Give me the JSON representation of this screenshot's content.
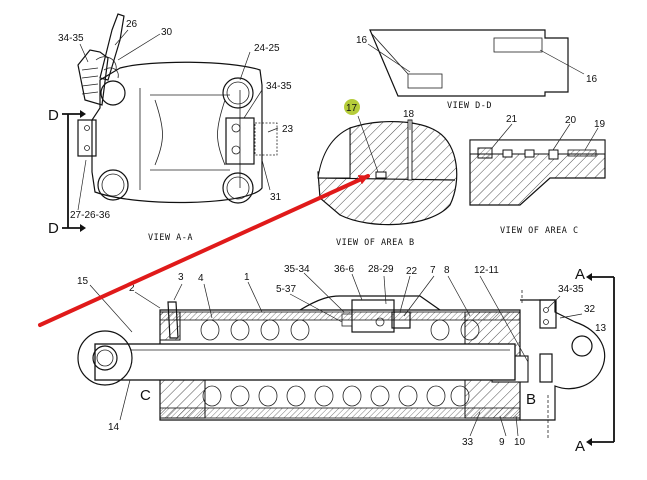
{
  "colors": {
    "callout_highlight": "#b5cc3a",
    "arrow": "#e01a1a",
    "ink": "#111111"
  },
  "views": {
    "aa": "VIEW A-A",
    "b": "VIEW OF AREA B",
    "c": "VIEW OF AREA C",
    "dd": "VIEW D-D"
  },
  "section_letters": {
    "a_top": "A",
    "a_bottom": "A",
    "d_top": "D",
    "d_bottom": "D",
    "b": "B",
    "c": "C"
  },
  "callouts": {
    "c34_35_top": "34-35",
    "c26": "26",
    "c30": "30",
    "c24_25": "24-25",
    "c34_35_mid": "34-35",
    "c23": "23",
    "c31": "31",
    "c27_26_36": "27-26-36",
    "c16_top": "16",
    "c16_right": "16",
    "c17": "17",
    "c18": "18",
    "c21": "21",
    "c20": "20",
    "c19": "19",
    "c15": "15",
    "c2": "2",
    "c3": "3",
    "c4": "4",
    "c1": "1",
    "c35_34": "35-34",
    "c5_37": "5-37",
    "c36_6": "36-6",
    "c28_29": "28-29",
    "c22": "22",
    "c7": "7",
    "c8": "8",
    "c12_11": "12-11",
    "c34_35_low": "34-35",
    "c32": "32",
    "c13": "13",
    "c14": "14",
    "c33": "33",
    "c9": "9",
    "c10": "10"
  }
}
